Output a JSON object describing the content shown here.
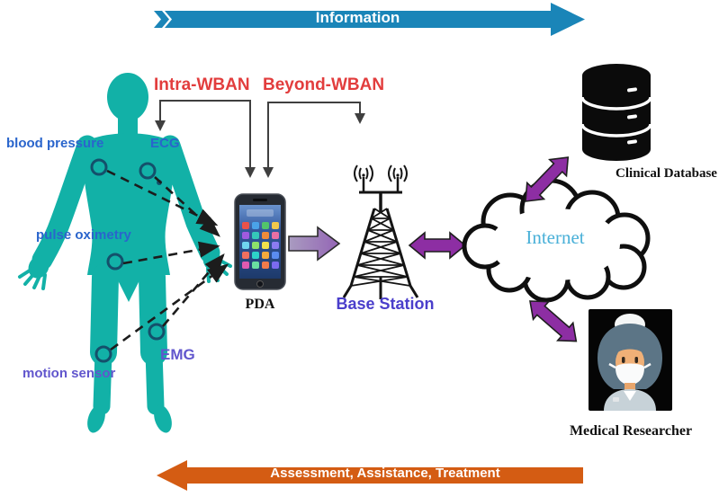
{
  "top_banner": {
    "label": "Information"
  },
  "bottom_banner": {
    "label": "Assessment, Assistance, Treatment"
  },
  "wban_labels": {
    "intra": "Intra-WBAN",
    "beyond": "Beyond-WBAN"
  },
  "sensors": {
    "blood_pressure": "blood pressure",
    "ecg": "ECG",
    "pulse_oximetry": "pulse oximetry",
    "motion_sensor": "motion sensor",
    "emg": "EMG"
  },
  "nodes": {
    "pda": "PDA",
    "base_station": "Base Station",
    "internet": "Internet",
    "clinical_database": "Clinical Database",
    "medical_researcher": "Medical Researcher"
  },
  "colors": {
    "info_arrow": "#1a85b8",
    "assessment_arrow": "#d45c13",
    "wban_label": "#e23d3d",
    "sensor_label_blue": "#2a65cc",
    "sensor_label_purple": "#6156cd",
    "body_teal": "#12b1a7",
    "purple_arrow": "#8d2ea3",
    "light_purple_arrow": "#9b7fb5",
    "internet_text": "#49b0d8",
    "base_station_text": "#4a3ecb"
  }
}
